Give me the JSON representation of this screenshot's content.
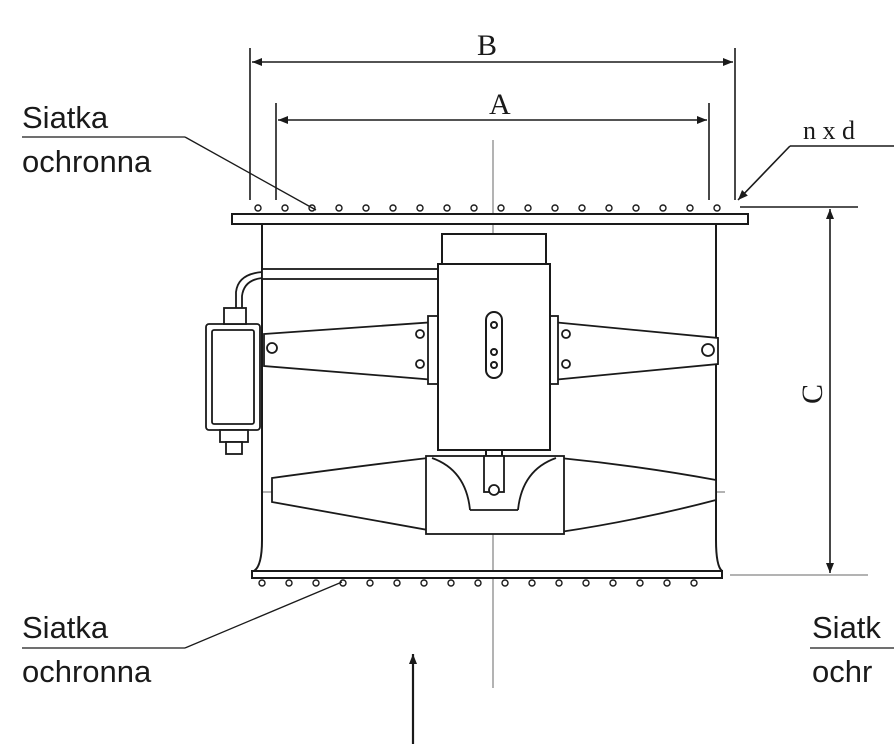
{
  "labels": {
    "mesh_top_line1": "Siatka",
    "mesh_top_line2": "ochronna",
    "mesh_bottom_line1": "Siatka",
    "mesh_bottom_line2": "ochronna",
    "mesh_right_line1": "Siatk",
    "mesh_right_line2": "ochr"
  },
  "dimensions": {
    "outer_width": "B",
    "inner_width": "A",
    "height": "C",
    "holes": "n x d"
  },
  "colors": {
    "stroke": "#1a1a1a",
    "centerline": "#9a9a9a",
    "fill": "#ffffff"
  }
}
